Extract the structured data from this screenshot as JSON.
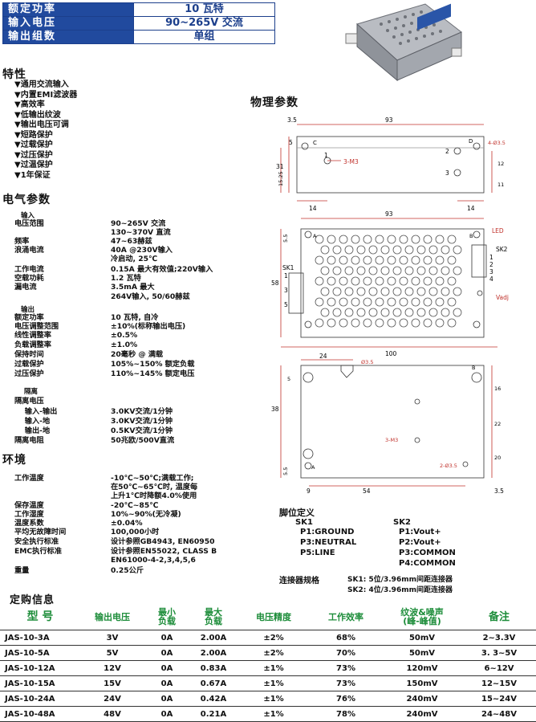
{
  "header": {
    "rows": [
      {
        "key": "额定功率",
        "value": "10 瓦特"
      },
      {
        "key": "输入电压",
        "value": "90~265V 交流"
      },
      {
        "key": "输出组数",
        "value": "单组"
      }
    ]
  },
  "features": {
    "title": "特性",
    "items": [
      "▼通用交流输入",
      "▼内置EMI滤波器",
      "▼高效率",
      "▼低输出纹波",
      "▼输出电压可调",
      "▼短路保护",
      "▼过载保护",
      "▼过压保护",
      "▼过温保护",
      "▼1年保证"
    ]
  },
  "electrical": {
    "title": "电气参数",
    "input_label": "输入",
    "input": [
      {
        "k": "电压范围",
        "v": "90~265V 交流"
      },
      {
        "k": "",
        "v": "130~370V 直流"
      },
      {
        "k": "频率",
        "v": "47~63赫兹"
      },
      {
        "k": "浪涌电流",
        "v": "40A @230V输入"
      },
      {
        "k": "",
        "v": "冷启动, 25℃"
      },
      {
        "k": "工作电流",
        "v": "0.15A 最大有效值;220V输入"
      },
      {
        "k": "空载功耗",
        "v": "1.2 瓦特"
      },
      {
        "k": "漏电流",
        "v": "3.5mA 最大"
      },
      {
        "k": "",
        "v": "264V输入, 50/60赫兹"
      }
    ],
    "output_label": "输出",
    "output": [
      {
        "k": "额定功率",
        "v": "10 瓦特, 自冷"
      },
      {
        "k": "电压调整范围",
        "v": "±10%(标称输出电压)"
      },
      {
        "k": "线性调整率",
        "v": "±0.5%"
      },
      {
        "k": "负载调整率",
        "v": "±1.0%"
      },
      {
        "k": "保持时间",
        "v": "20毫秒 @ 满载"
      },
      {
        "k": "过载保护",
        "v": "105%~150% 额定负载"
      },
      {
        "k": "过压保护",
        "v": "110%~145% 额定电压"
      }
    ],
    "isolation_label": "隔离",
    "isolation": [
      {
        "k": "隔离电压",
        "v": ""
      },
      {
        "k": "    输入-输出",
        "v": "3.0KV交流/1分钟"
      },
      {
        "k": "    输入-地",
        "v": "3.0KV交流/1分钟"
      },
      {
        "k": "    输出-地",
        "v": "0.5KV交流/1分钟"
      },
      {
        "k": "隔离电阻",
        "v": "50兆欧/500V直流"
      }
    ]
  },
  "environment": {
    "title": "环境",
    "rows": [
      {
        "k": "工作温度",
        "v": "-10℃~50℃;满载工作;"
      },
      {
        "k": "",
        "v": "在50℃~65℃时, 温度每"
      },
      {
        "k": "",
        "v": "上升1℃时降额4.0%使用"
      },
      {
        "k": "保存温度",
        "v": "-20℃~85℃"
      },
      {
        "k": "工作湿度",
        "v": "10%~90%(无冷凝)"
      },
      {
        "k": "温度系数",
        "v": "±0.04%"
      },
      {
        "k": "平均无故障时间",
        "v": "100,000小时"
      },
      {
        "k": "安全执行标准",
        "v": "设计参照GB4943, EN60950"
      },
      {
        "k": "EMC执行标准",
        "v": "设计参照EN55022, CLASS B"
      },
      {
        "k": "",
        "v": "EN61000-4-2,3,4,5,6"
      },
      {
        "k": "重量",
        "v": "0.25公斤"
      }
    ]
  },
  "physical": {
    "title": "物理参数",
    "view1": {
      "d_top": "93",
      "d_left": "3.5",
      "d_c": "C",
      "d_d": "D",
      "h31": "31",
      "h5": "5",
      "h1525": "15.25",
      "m3": "3-M3",
      "w14a": "14",
      "w14b": "14",
      "d4": "4-Ø3.5",
      "r12": "12",
      "r11": "11",
      "p1": "1",
      "p2": "2",
      "p3": "3"
    },
    "view2": {
      "w93": "93",
      "w100": "100",
      "h58": "58",
      "h55": "5.5",
      "a": "A",
      "b": "B",
      "sk1": "SK1",
      "sk2": "SK2",
      "led": "LED",
      "vadj": "Vadj",
      "p1": "1",
      "p3": "3",
      "p5": "5",
      "q1": "1",
      "q2": "2",
      "q3": "3",
      "q4": "4"
    },
    "view3": {
      "w24": "24",
      "d35": "Ø3.5",
      "h38": "38",
      "h5": "5",
      "h55": "5.5",
      "m3": "3-M3",
      "d2": "2-Ø3.5",
      "w9": "9",
      "w54": "54",
      "w35": "3.5",
      "r16": "16",
      "r22": "22",
      "r20": "20",
      "a": "A",
      "b": "B"
    }
  },
  "pins": {
    "title": "脚位定义",
    "sk1_title": "SK1",
    "sk2_title": "SK2",
    "sk1": [
      "P1:GROUND",
      "P3:NEUTRAL",
      "P5:LINE"
    ],
    "sk2": [
      "P1:Vout+",
      "P2:Vout+",
      "P3:COMMON",
      "P4:COMMON"
    ],
    "conn_label": "连接器规格",
    "conn": [
      "SK1: 5位/3.96mm间距连接器",
      "SK2: 4位/3.96mm间距连接器"
    ]
  },
  "order": {
    "title": "定购信息",
    "columns": [
      "型 号",
      "输出电压",
      "最小\n负载",
      "最大\n负载",
      "电压精度",
      "工作效率",
      "纹波&噪声\n(峰-峰值)",
      "备注"
    ],
    "rows": [
      [
        "JAS-10-3A",
        "3V",
        "0A",
        "2.00A",
        "±2%",
        "68%",
        "50mV",
        "2~3.3V"
      ],
      [
        "JAS-10-5A",
        "5V",
        "0A",
        "2.00A",
        "±2%",
        "70%",
        "50mV",
        "3. 3~5V"
      ],
      [
        "JAS-10-12A",
        "12V",
        "0A",
        "0.83A",
        "±1%",
        "73%",
        "120mV",
        "6~12V"
      ],
      [
        "JAS-10-15A",
        "15V",
        "0A",
        "0.67A",
        "±1%",
        "73%",
        "150mV",
        "12~15V"
      ],
      [
        "JAS-10-24A",
        "24V",
        "0A",
        "0.42A",
        "±1%",
        "76%",
        "240mV",
        "15~24V"
      ],
      [
        "JAS-10-48A",
        "48V",
        "0A",
        "0.21A",
        "±1%",
        "78%",
        "240mV",
        "24~48V"
      ]
    ]
  }
}
